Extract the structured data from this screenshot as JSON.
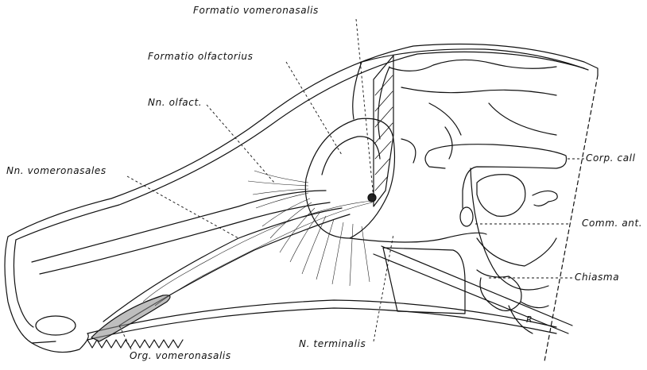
{
  "figure": {
    "labels": {
      "formatio_vomeronasalis": "Formatio vomeronasalis",
      "formatio_olfactorius": "Formatio olfactorius",
      "nn_olfact": "Nn. olfact.",
      "nn_vomeronasales": "Nn. vomeronasales",
      "corp_call": "Corp. call",
      "comm_ant": "Comm. ant.",
      "chiasma": "Chiasma",
      "n_terminalis": "N. terminalis",
      "org_vomeronasalis": "Org. vomeronasalis"
    },
    "signature": "R"
  }
}
